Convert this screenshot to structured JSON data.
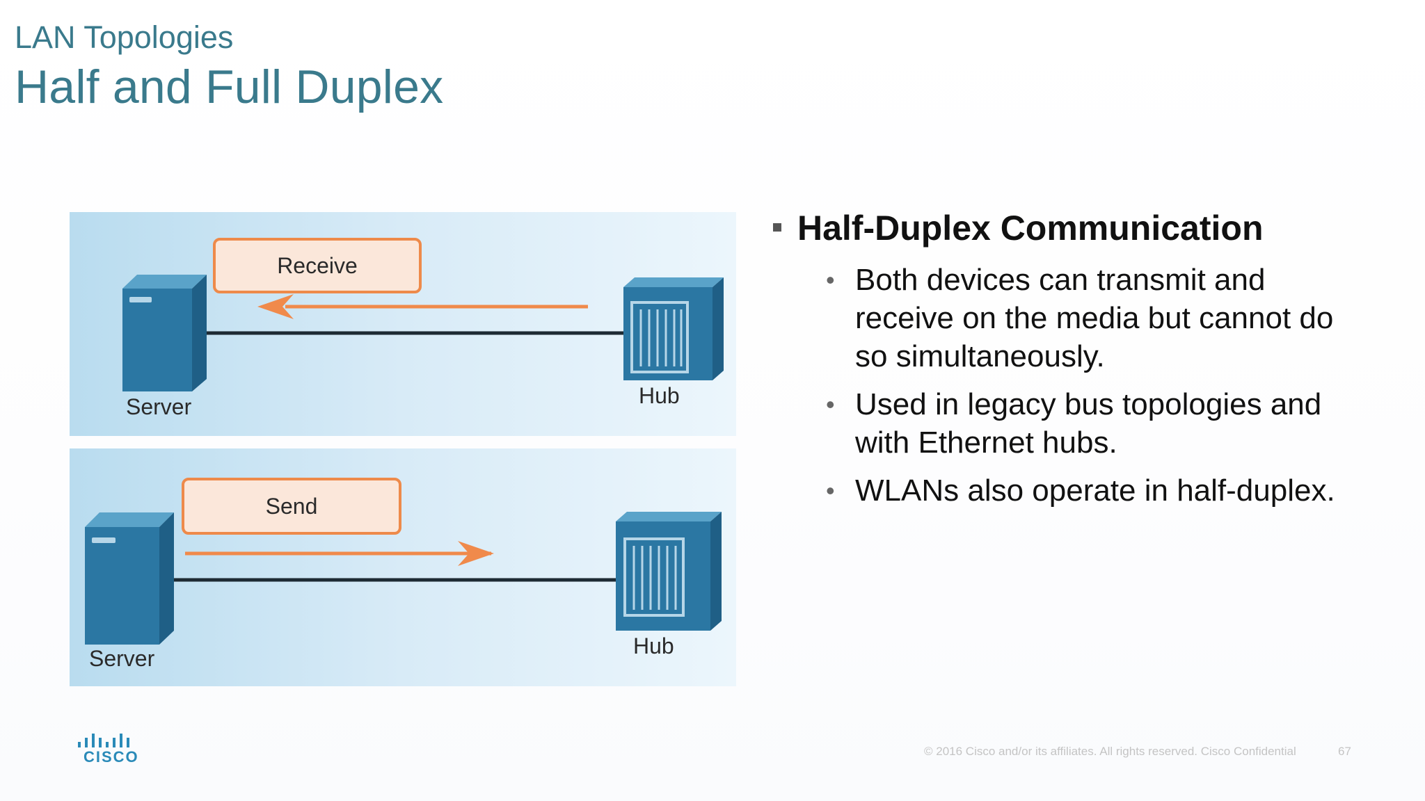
{
  "header": {
    "section_title": "LAN Topologies",
    "slide_title": "Half and Full Duplex"
  },
  "diagram": {
    "top": {
      "action_label": "Receive",
      "server_label": "Server",
      "hub_label": "Hub",
      "arrow_direction": "toward-server"
    },
    "bottom": {
      "action_label": "Send",
      "server_label": "Server",
      "hub_label": "Hub",
      "arrow_direction": "toward-hub"
    },
    "colors": {
      "device": "#2b77a3",
      "arrow": "#f08a4b",
      "box_border": "#ee8a4a",
      "box_fill": "#fbe7da"
    }
  },
  "content": {
    "heading": "Half-Duplex Communication",
    "bullets": [
      "Both devices can transmit and receive on the media but cannot do so simultaneously.",
      "Used in legacy bus topologies and with Ethernet hubs.",
      "WLANs also operate in half-duplex."
    ]
  },
  "footer": {
    "logo_text": "CISCO",
    "copyright": "© 2016  Cisco and/or its affiliates. All rights reserved.   Cisco Confidential",
    "page_number": "67"
  }
}
